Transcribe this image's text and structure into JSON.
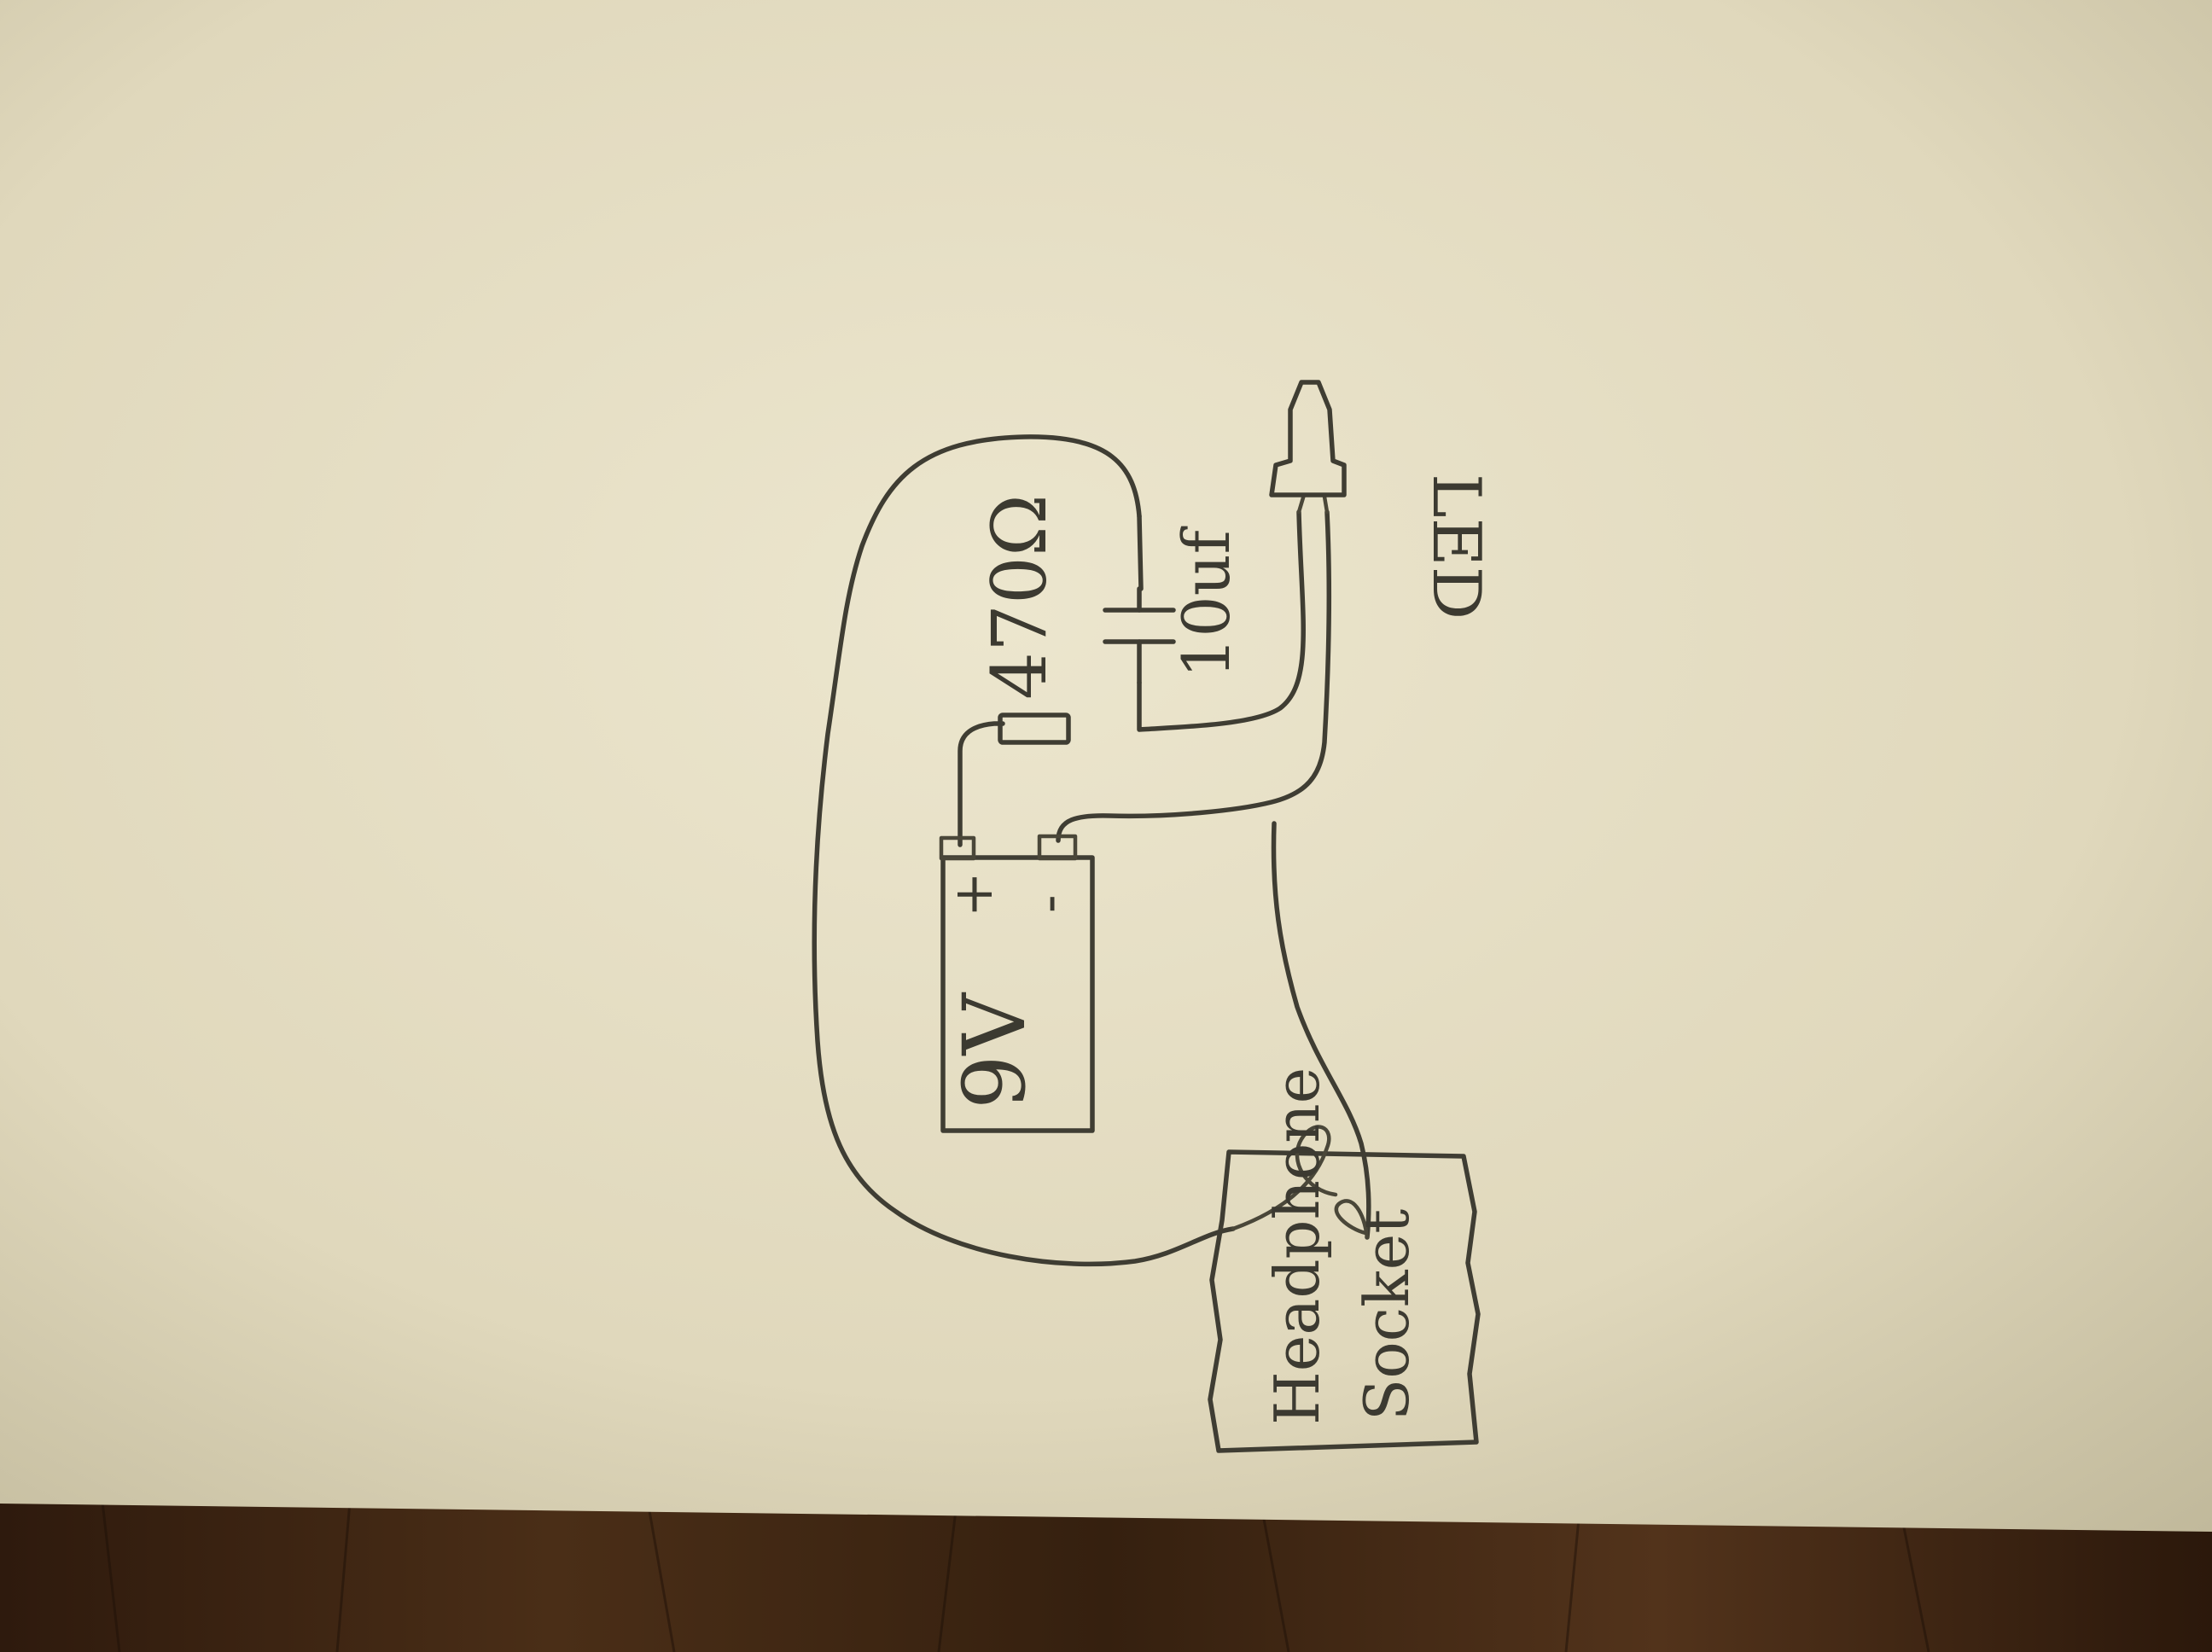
{
  "diagram": {
    "battery": {
      "label": "9V",
      "positive_terminal": "+",
      "negative_terminal": "-"
    },
    "resistor": {
      "label": "470Ω"
    },
    "capacitor": {
      "label": "10uf"
    },
    "led": {
      "label": "LED"
    },
    "headphone_socket": {
      "label_line1": "Headphone",
      "label_line2": "Socket"
    }
  },
  "colors": {
    "paper": "#e3dcc2",
    "pencil": "#3f3d33",
    "table": "#3a2414"
  }
}
